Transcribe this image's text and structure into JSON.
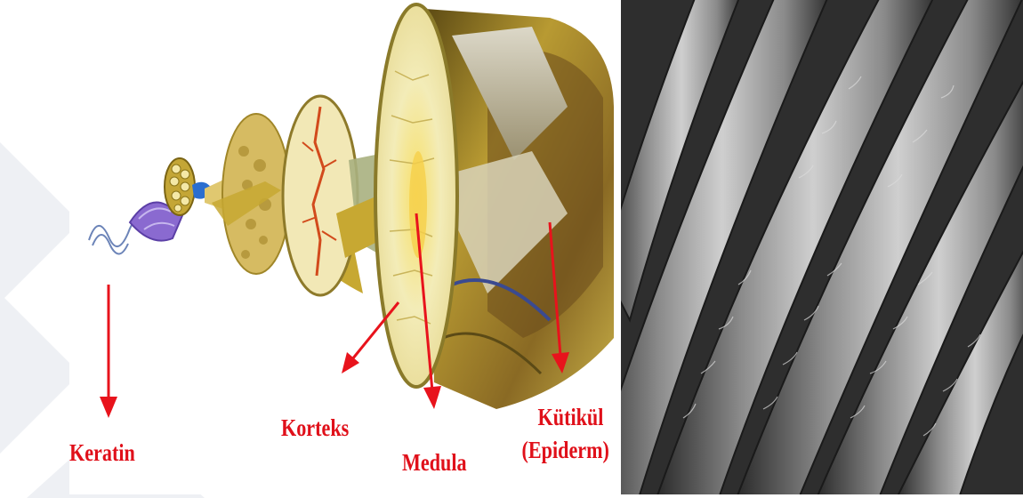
{
  "diagram": {
    "labels": {
      "keratin": "Keratin",
      "korteks": "Korteks",
      "medula": "Medula",
      "kutikul_line1": "Kütikül",
      "kutikul_line2": "(Epiderm)"
    },
    "colors": {
      "label": "#e0101a",
      "arrow": "#e8131c",
      "cuticle": "#a88a28",
      "cortex": "#f0e2a4",
      "medulla_core": "#f4d36a",
      "keratin_coil": "#7b5fc4"
    }
  },
  "photo": {
    "kind": "scanning electron micrograph of hair fibers",
    "colors": {
      "background": "#3a3a3a",
      "fiber": "#9a9a9a",
      "highlight": "#d8d8d8"
    }
  }
}
